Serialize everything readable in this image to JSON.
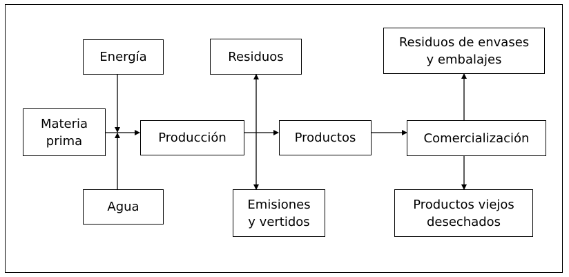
{
  "nodes": {
    "energia": "Energía",
    "materia_prima": [
      "Materia",
      "prima"
    ],
    "agua": "Agua",
    "produccion": "Producción",
    "residuos": "Residuos",
    "emisiones": [
      "Emisiones",
      "y vertidos"
    ],
    "productos": "Productos",
    "comercializacion": "Comercialización",
    "residuos_envases": [
      "Residuos de envases",
      "y embalajes"
    ],
    "productos_viejos": [
      "Productos viejos",
      "desechados"
    ]
  }
}
